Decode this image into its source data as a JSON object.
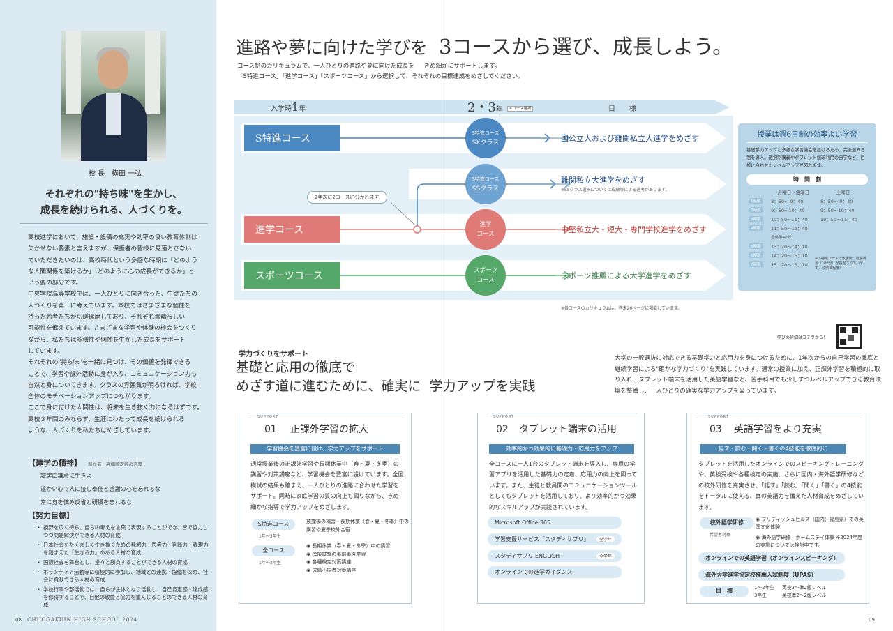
{
  "left": {
    "principal_caption": "校 長　横田 一弘",
    "lead_line1": "それぞれの\"持ち味\"を生かし、",
    "lead_line2": "成長を続けられる、人づくりを。",
    "body": [
      "高校進学において、施設・設備の充実や効率の良い教育体制は",
      "欠かせない要素と言えますが、保護者の皆様に見落とさない",
      "でいただきたいのは、高校時代という多感な時期に「どのよう",
      "な人間関係を築けるか」「どのように心の成長ができるか」と",
      "いう要の部分です。",
      "中央学院高等学校では、一人ひとりに向き合った、生徒たちの",
      "人づくりを第一に考えています。本校ではさまざまな個性を",
      "持った若者たちが切磋琢磨しており、それぞれ素晴らしい",
      "可能性を備えています。さまざまな学習や体験の機会をつくり",
      "ながら、私たちは多様性や個性を生かした成長をサポート",
      "しています。",
      "それぞれの\"持ち味\"を一緒に見つけ、その価値を発揮できる",
      "ことで、学習や課外活動に身が入り、コミュニケーション力も",
      "自然と身についてきます。クラスの雰囲気が明るければ、学校",
      "全体のモチベーションアップにつながります。",
      "ここで身に付けた人間性は、将来を生き抜く力になるはずです。",
      "高校３年間のみならず、生涯にわたって成長を続けられる",
      "ような、人づくりを私たちはめざしています。"
    ],
    "spirit_title": "【建学の精神】",
    "spirit_author": "創立者　高楠順次郎の言葉",
    "spirit_items": [
      "誠実に謙虚に生きよ",
      "温かい心で人に接し奉仕と感謝の心を忘れるな",
      "常に身を慎み反省と研鑽を忘れるな"
    ],
    "effort_title": "【努力目標】",
    "effort_items": [
      "視野を広く持ち、自らの考えを言葉で表現することができ、皆で協力しつつ問題解決ができる人材の育成",
      "日本社会をたくましく生き抜くための発想力・思考力・判断力・表現力を踏まえた「生きる力」のある人材の育成",
      "国際社会を舞台とし、堂々と勝負することができる人材の育成",
      "ボランティア活動等に積極的に参加し、地域との連携・協働を深め、社会に貢献できる人材の育成",
      "学校行事や部活動では、自らが主体となり活動し、自己肯定感・達成感を修得することで、自他の敬愛と協力を重んじることのできる人材の育成"
    ],
    "page_no": "08",
    "footer": "CHUOGAKUIN HIGH SCHOOL 2024"
  },
  "main": {
    "headline_a": "進路や夢に向けた学びを",
    "headline_b": "3コースから選び、成長しよう。",
    "intro1": "コース制のカリキュラムで、一人ひとりの進路や夢に向けた成長を",
    "intro1b": "きめ細かにサポートします。",
    "intro2": "「S特進コース」「進学コース」「スポーツコース」から選択して、それ",
    "intro2b": "ぞれの目標達成をめざしてください。",
    "hdr_year1a": "入学時",
    "hdr_year1b": "1",
    "hdr_year1c": "年",
    "hdr_year23": "2・3",
    "hdr_year23b": "年",
    "hdr_select": "※コース選択",
    "hdr_goal": "目　　標",
    "split_note": "2年次に2コースに分かれます",
    "courses": [
      {
        "name": "S特進コース",
        "circle1": "S特進コース",
        "circle2": "SXクラス",
        "goal": "国公立大および難関私立大進学をめざす",
        "goal_note": ""
      },
      {
        "name": "",
        "circle1": "S特進コース",
        "circle2": "SSクラス",
        "goal": "難関私立大進学をめざす",
        "goal_note": "※SSクラス選択については成績等による選考があります。"
      },
      {
        "name": "進学コース",
        "circle1": "進学",
        "circle2": "コース",
        "goal": "中堅私立大・短大・専門学校進学をめざす",
        "goal_note": ""
      },
      {
        "name": "スポーツコース",
        "circle1": "スポーツ",
        "circle2": "コース",
        "goal": "スポーツ推薦による大学進学をめざす",
        "goal_note": ""
      }
    ],
    "curriculum_note": "※各コースのカリキュラムは、巻末26ページに掲載しています。",
    "box": {
      "title": "授業は週6日制の効率よい学習",
      "text": "基礎学力アップと多様な学習機会を設けるため、完全週６日制を導入。選択制講義やタブレット端末利用の自学など、目標に合わせたレベルアップが図れます。",
      "timetable_title": "時　間　割",
      "col1": "月曜日〜金曜日",
      "col2": "土曜日",
      "rows": [
        {
          "p": "1時限",
          "a": "8：50〜 9：40",
          "b": "8：50〜 9：40"
        },
        {
          "p": "2時限",
          "a": "9：50〜10：40",
          "b": "9：50〜10：40"
        },
        {
          "p": "3時限",
          "a": "10：50〜11：40",
          "b": "10：50〜11：40"
        },
        {
          "p": "4時限",
          "a": "11：50〜12：40",
          "b": ""
        },
        {
          "p": "",
          "a": "昼休み40分",
          "b": ""
        },
        {
          "p": "5時限",
          "a": "13：20〜14：10",
          "b": ""
        },
        {
          "p": "6時限",
          "a": "14：20〜15：10",
          "b": ""
        },
        {
          "p": "7時限",
          "a": "15：20〜16：10",
          "b": ""
        }
      ],
      "note": "※ S特進コースは放課後、進学補習（100分）が設定されています。（週4日程度）"
    },
    "qr_note": "学びの詳細はコチラから！",
    "support_kicker": "学力づくりをサポート",
    "support_head1": "基礎と応用の徹底で",
    "support_head2a": "めざす道に進むために、確実に",
    "support_head2b": "学力アップを実践",
    "support_body": "大学の一般選抜に対応できる基礎学力と応用力を身につけるために、1年次からの自己学習の徹底と継続学習による\"確かな学力づくり\"を実践しています。通常の授業に加え、正課外学習を積極的に取り入れ、タブレット端末を活用した英語学習など、苦手科目でも少しずつレベルアップできる教育環境を整備し、一人ひとりの確実な学力アップを図っています。",
    "card1": {
      "tag": "SUPPORT",
      "num": "01",
      "title": "正課外学習の拡大",
      "bar": "学習機会を豊富に設け、学力アップをサポート",
      "text": "通常授業後の正課外学習や長期休業中（春・夏・冬季）の講習や対策講座など、学習機会を豊富に設けています。全国模試の結果も踏まえ、一人ひとりの進路に合わせた学習をサポート。同時に家庭学習の質の向上も図りながら、きめ細かな指導で学力アップをめざします。",
      "s_label": "S特進コース",
      "s_years": "1年〜3年生",
      "s_text": "放課後の補習・長期休業（春・夏・冬季）中の講習や夏季校外合宿",
      "all_label": "全コース",
      "all_years": "1年〜3年生",
      "all_items": [
        "長期休業（春・夏・冬季）中の講習",
        "模擬試験の事前事後学習",
        "各種検定対策講座",
        "成績不振者対策講座"
      ]
    },
    "card2": {
      "tag": "SUPPORT",
      "num": "02",
      "title": "タブレット端末の活用",
      "bar": "効率的かつ効果的に基礎力・応用力をアップ",
      "text": "全コースに一人1台のタブレット端末を導入し、専用の学習アプリを活用した基礎力の定着、応用力の向上を図っています。また、生徒と教員間のコミュニケーションツールとしてもタブレットを活用しており、より効率的かつ効果的なスキルアップが実践されています。",
      "pills": [
        {
          "label": "Microsoft Office 365",
          "badge": ""
        },
        {
          "label": "学習支援サービス「スタディサプリ」",
          "badge": "全学年"
        },
        {
          "label": "スタディサプリ ENGLISH",
          "badge": "全学年"
        },
        {
          "label": "オンラインでの進学ガイダンス",
          "badge": ""
        }
      ]
    },
    "card3": {
      "tag": "SUPPORT",
      "num": "03",
      "title": "英語学習をより充実",
      "bar": "話す・読む・聞く・書くの4技能を徹底的に",
      "text": "タブレットを活用したオンラインでのスピーキングトレーニングや、英検受検や各種検定の実施、さらに国内・海外語学研修などの校外研修を充実させ、「話す」「読む」「聞く」「書く」の4技能をトータルに使える、真の英語力を備えた人材育成をめざしています。",
      "study_label": "校外語学研修",
      "study_target": "希望者対象",
      "study_items": [
        "ブリティッシュヒルズ（国内：福島県）での英国文化体験",
        "海外語学研修　ホームステイ体験 ※2024年度の実施については検討中です。"
      ],
      "pill1": "オンラインでの英語学習（オンラインスピーキング）",
      "pill2": "海外大学進学協定校推薦入試制度（UPAS）",
      "goal_label": "目　標",
      "goal_rows": [
        {
          "grade": "1〜2年生",
          "level": "英検3〜準2級レベル"
        },
        {
          "grade": "3年生",
          "level": "英検準2〜2級レベル"
        }
      ]
    },
    "page_no": "09"
  },
  "colors": {
    "s_course": "#4b87c0",
    "shingaku": "#e07a76",
    "sports": "#55a86a",
    "band": "#d7ebf5",
    "accent_blue": "#4d87b4",
    "goal_text": "#26508c"
  }
}
